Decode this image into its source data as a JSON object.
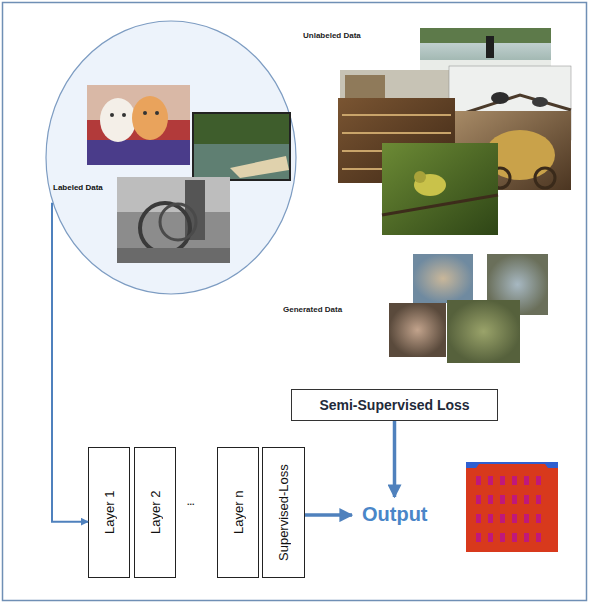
{
  "diagram": {
    "nodes": [
      {
        "text": [
          "Labeled Data"
        ]
      },
      {
        "text": [
          "Semi-Supervised Loss"
        ]
      },
      {
        "text": [
          "Layer 1"
        ]
      },
      {
        "text": [
          "Layer 2"
        ]
      },
      {
        "text": [
          "Layer n"
        ]
      },
      {
        "text": [
          "Supervised-Loss"
        ]
      },
      {
        "text": [
          "Output"
        ]
      }
    ],
    "edges": [
      {
        "from": 0,
        "to": 2,
        "arrow": "to"
      },
      {
        "from": 1,
        "to": 6,
        "arrow": "to"
      },
      {
        "from": 5,
        "to": 6,
        "arrow": "to"
      }
    ],
    "labels": [
      "Unlabeled Data",
      "Generated Data",
      "..."
    ]
  }
}
